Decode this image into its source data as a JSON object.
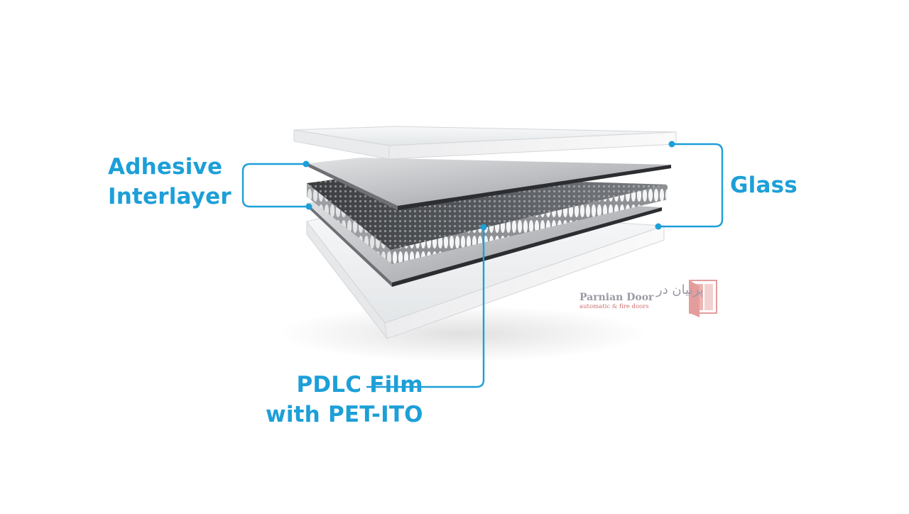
{
  "diagram": {
    "labels": {
      "adhesive_line1": "Adhesive",
      "adhesive_line2": "Interlayer",
      "glass": "Glass",
      "pdlc_line1": "PDLC Film",
      "pdlc_line2": "with PET-ITO"
    },
    "accent_color": "#1d9fd8"
  },
  "watermark": {
    "brand": "Parnian Door",
    "subtitle": "automatic & fire doors",
    "farsi": "پرنیان در",
    "icon": "door-icon"
  }
}
